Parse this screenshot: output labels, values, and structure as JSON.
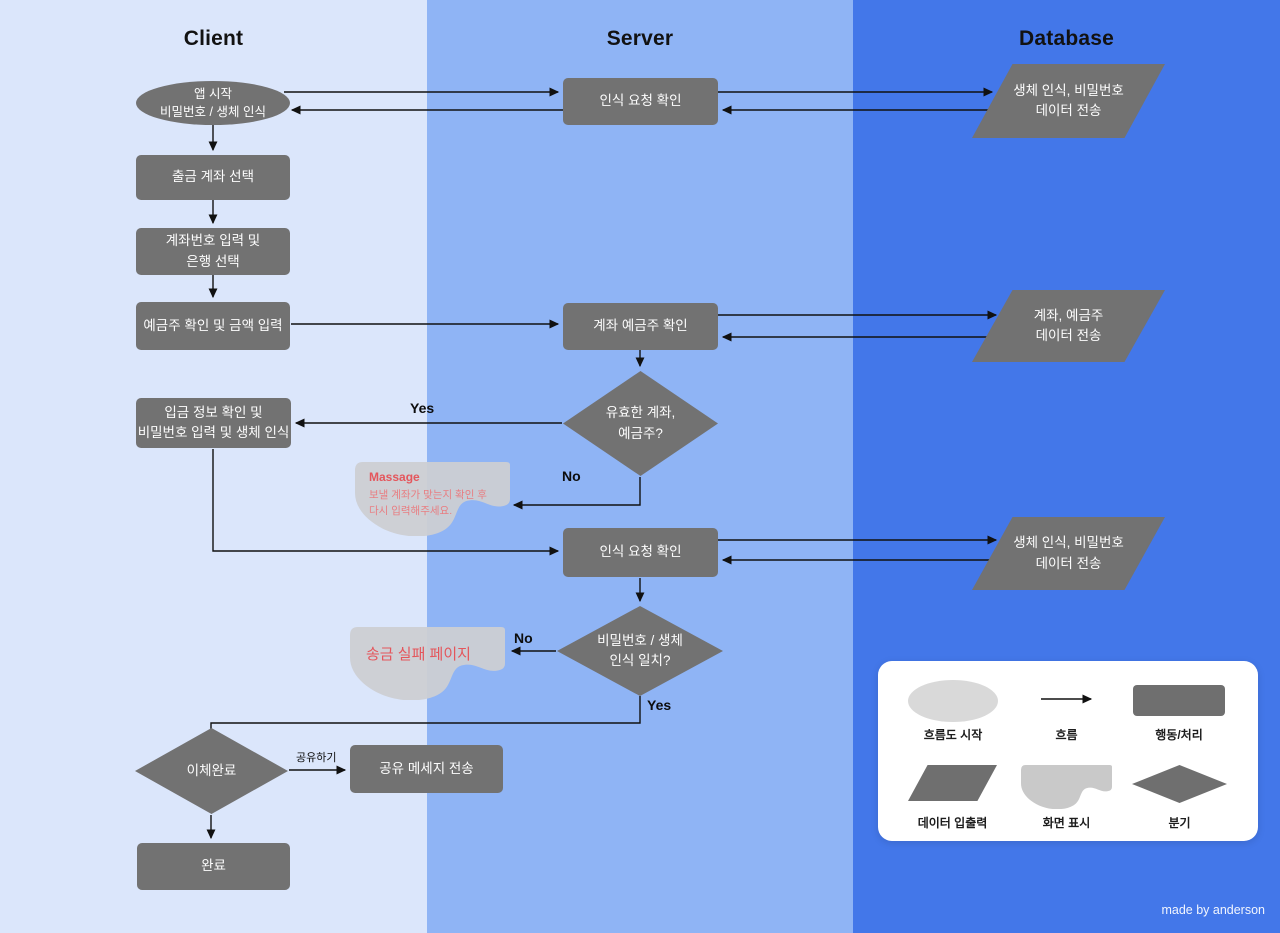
{
  "lanes": {
    "client": "Client",
    "server": "Server",
    "database": "Database"
  },
  "client": {
    "start_lines": [
      "앱 시작",
      "비밀번호 / 생체 인식"
    ],
    "withdraw_select": "출금 계좌 선택",
    "account_input_lines": [
      "계좌번호 입력 및",
      "은행 선택"
    ],
    "holder_amount": "예금주 확인 및 금액 입력",
    "deposit_info_lines": [
      "입금 정보 확인 및",
      "비밀번호 입력 및 생체 인식"
    ],
    "massage_title": "Massage",
    "massage_lines": [
      "보낼 계좌가 맞는지 확인 후",
      "다시 입력해주세요."
    ],
    "fail_page": "송금 실패 페이지",
    "transfer_done": "이체완료",
    "share_send": "공유 메세지 전송",
    "done": "완료"
  },
  "server": {
    "auth_check_1": "인식 요청 확인",
    "holder_check": "계좌 예금주 확인",
    "valid_q_lines": [
      "유효한 계좌,",
      "예금주?"
    ],
    "auth_check_2": "인식 요청 확인",
    "match_q_lines": [
      "비밀번호 / 생체",
      "인식 일치?"
    ]
  },
  "database": {
    "bio_pw_1_lines": [
      "생체 인식, 비밀번호",
      "데이터 전송"
    ],
    "account_lines": [
      "계좌, 예금주",
      "데이터 전송"
    ],
    "bio_pw_2_lines": [
      "생체 인식, 비밀번호",
      "데이터 전송"
    ]
  },
  "edge_labels": {
    "yes_1": "Yes",
    "no_1": "No",
    "no_2": "No",
    "yes_2": "Yes",
    "share": "공유하기"
  },
  "legend": {
    "start": "흐름도 시작",
    "flow": "흐름",
    "action": "행동/처리",
    "data_io": "데이터 입출력",
    "display": "화면 표시",
    "branch": "분기"
  },
  "credit": "made by anderson",
  "colors": {
    "lane_client": "#dbe6fb",
    "lane_server": "#8fb4f5",
    "lane_database": "#4377e9",
    "shape_gray": "#727272",
    "display_gray": "#cdced2",
    "accent_red": "#e4565c",
    "line": "#111111"
  }
}
